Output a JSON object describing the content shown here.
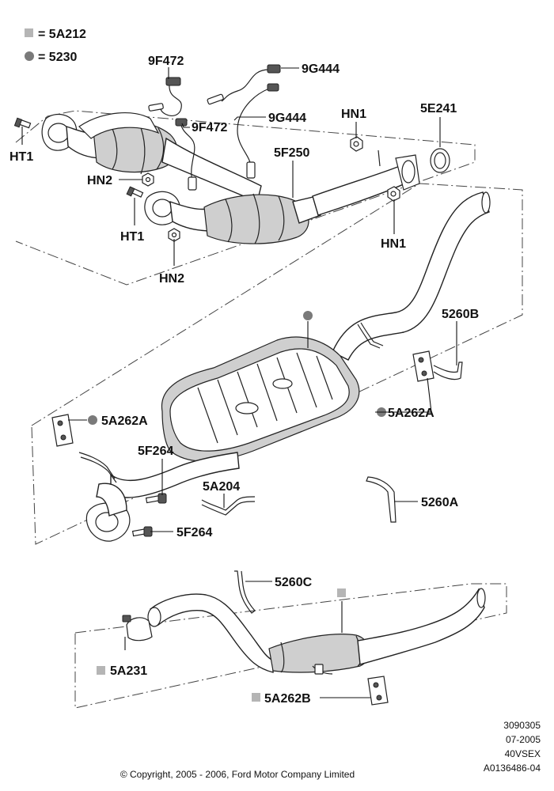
{
  "legend": {
    "square_text": "= 5A212",
    "circle_text": "= 5230",
    "square_color": "#b5b5b5",
    "circle_color": "#7a7a7a"
  },
  "labels": {
    "l_9f472_top": "9F472",
    "l_9g444_top": "9G444",
    "l_9g444_mid": "9G444",
    "l_9f472_mid": "9F472",
    "l_ht1_left": "HT1",
    "l_hn1_top": "HN1",
    "l_5e241": "5E241",
    "l_5f250": "5F250",
    "l_hn2_left": "HN2",
    "l_ht1_mid": "HT1",
    "l_hn2_bottom": "HN2",
    "l_hn1_right": "HN1",
    "l_5260b": "5260B",
    "l_5a262a_left": "5A262A",
    "l_5a262a_right": "5A262A",
    "l_5f264_top": "5F264",
    "l_5a204": "5A204",
    "l_5260a": "5260A",
    "l_5f264_bottom": "5F264",
    "l_5260c": "5260C",
    "l_5a231": "5A231",
    "l_5a262b": "5A262B"
  },
  "footer": {
    "code1": "3090305",
    "code2": "07-2005",
    "code3": "40VSEX",
    "code4": "A0136486-04",
    "copyright": "© Copyright, 2005 - 2006, Ford Motor Company Limited"
  }
}
